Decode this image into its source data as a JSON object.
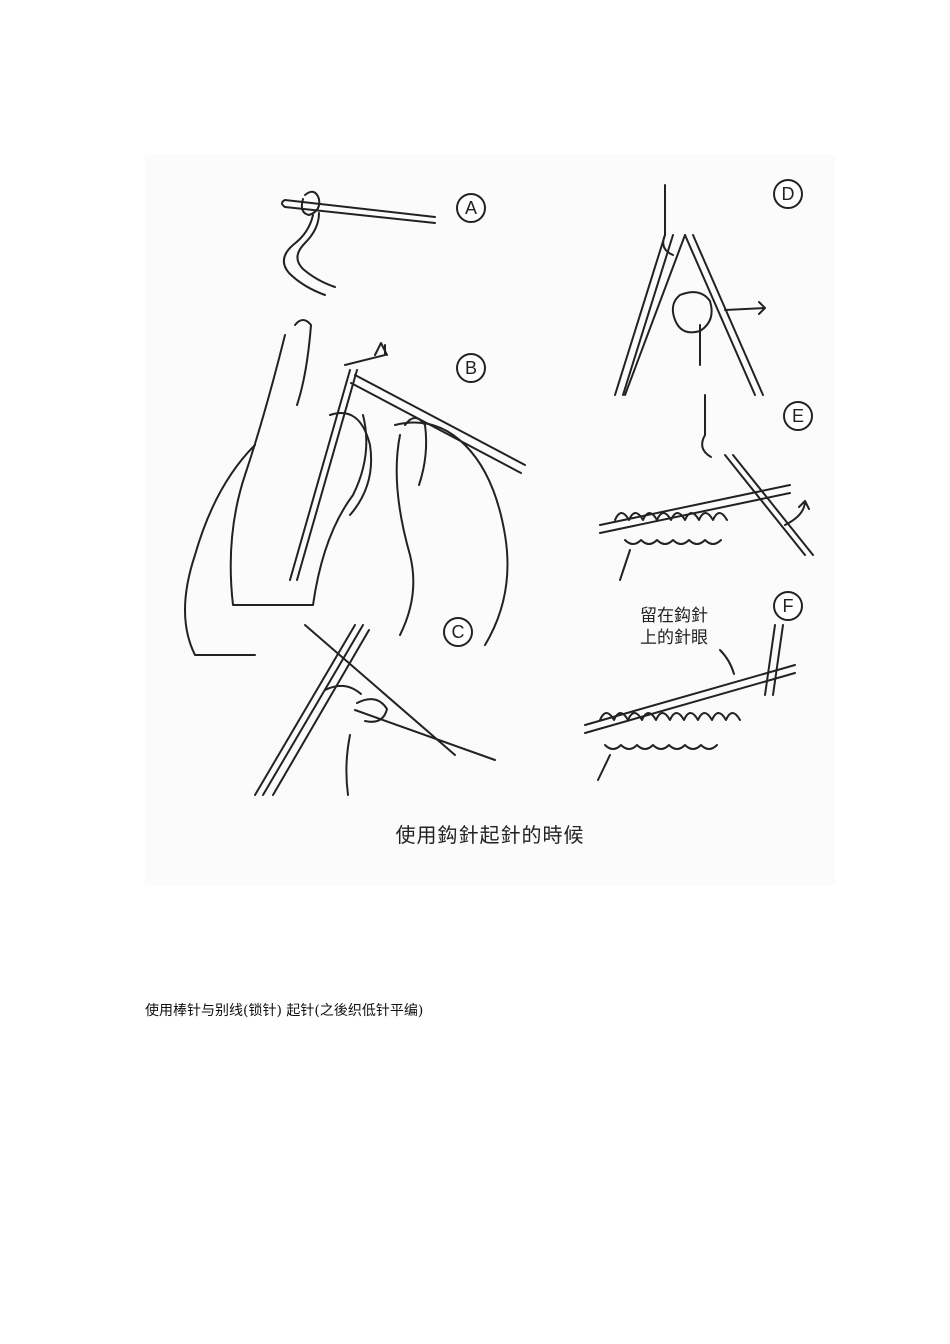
{
  "figure": {
    "panels": [
      {
        "id": "A",
        "label": "A"
      },
      {
        "id": "B",
        "label": "B"
      },
      {
        "id": "C",
        "label": "C"
      },
      {
        "id": "D",
        "label": "D"
      },
      {
        "id": "E",
        "label": "E"
      },
      {
        "id": "F",
        "label": "F"
      }
    ],
    "annotation_line1": "留在鈎針",
    "annotation_line2": "上的針眼",
    "caption": "使用鈎針起針的時候"
  },
  "body_text": "使用棒针与别线(锁针) 起针(之後织低针平编)"
}
